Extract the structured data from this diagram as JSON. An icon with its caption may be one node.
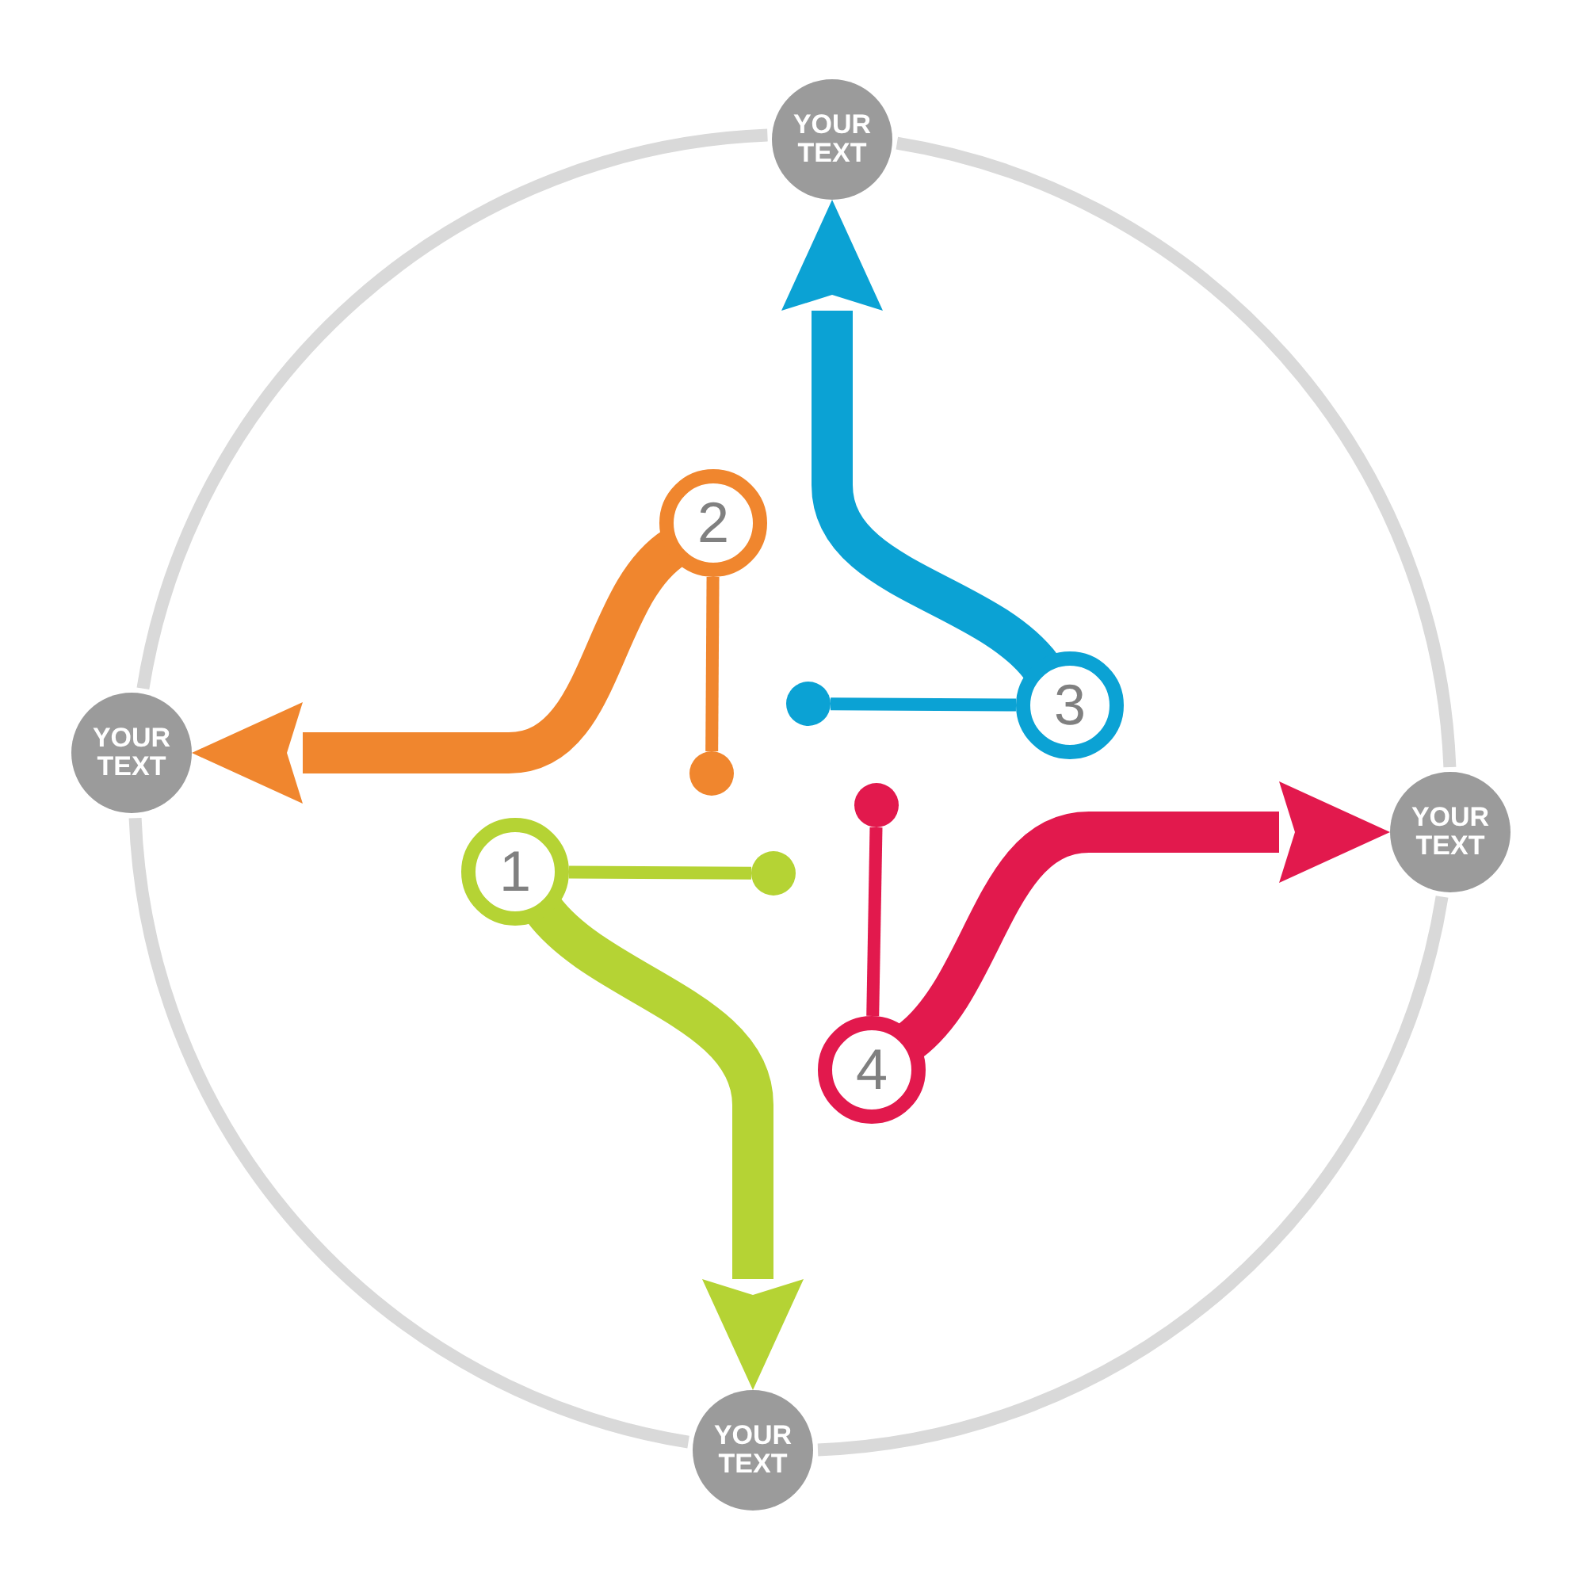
{
  "diagram": {
    "nodes": [
      {
        "text": [
          "YOUR TEXT"
        ]
      },
      {
        "text": [
          "YOUR TEXT"
        ]
      },
      {
        "text": [
          "YOUR TEXT"
        ]
      },
      {
        "text": [
          "YOUR TEXT"
        ]
      },
      {
        "text": [
          "1"
        ]
      },
      {
        "text": [
          "2"
        ]
      },
      {
        "text": [
          "3"
        ]
      },
      {
        "text": [
          "4"
        ]
      },
      {
        "text": [],
        "shape": "circle"
      },
      {
        "text": [],
        "shape": "circle"
      },
      {
        "text": [],
        "shape": "circle"
      },
      {
        "text": [],
        "shape": "circle"
      }
    ],
    "edges": [
      {
        "from": 4,
        "to": 3,
        "arrow": "to",
        "style": "thick",
        "color": "#b5d334"
      },
      {
        "from": 5,
        "to": 1,
        "arrow": "to",
        "style": "thick",
        "color": "#f0862e"
      },
      {
        "from": 6,
        "to": 0,
        "arrow": "to",
        "style": "thick",
        "color": "#0ba2d4"
      },
      {
        "from": 7,
        "to": 2,
        "arrow": "to",
        "style": "thick",
        "color": "#e2194d"
      },
      {
        "from": 4,
        "to": 8,
        "arrow": "none",
        "color": "#b5d334"
      },
      {
        "from": 5,
        "to": 9,
        "arrow": "none",
        "color": "#f0862e"
      },
      {
        "from": 6,
        "to": 10,
        "arrow": "none",
        "color": "#0ba2d4"
      },
      {
        "from": 7,
        "to": 11,
        "arrow": "none",
        "color": "#e2194d"
      },
      {
        "from": 0,
        "to": 2,
        "arrow": "none",
        "color": "#d9d9d9"
      },
      {
        "from": 2,
        "to": 3,
        "arrow": "none",
        "color": "#d9d9d9"
      },
      {
        "from": 3,
        "to": 1,
        "arrow": "none",
        "color": "#d9d9d9"
      },
      {
        "from": 1,
        "to": 0,
        "arrow": "none",
        "color": "#d9d9d9"
      }
    ]
  }
}
